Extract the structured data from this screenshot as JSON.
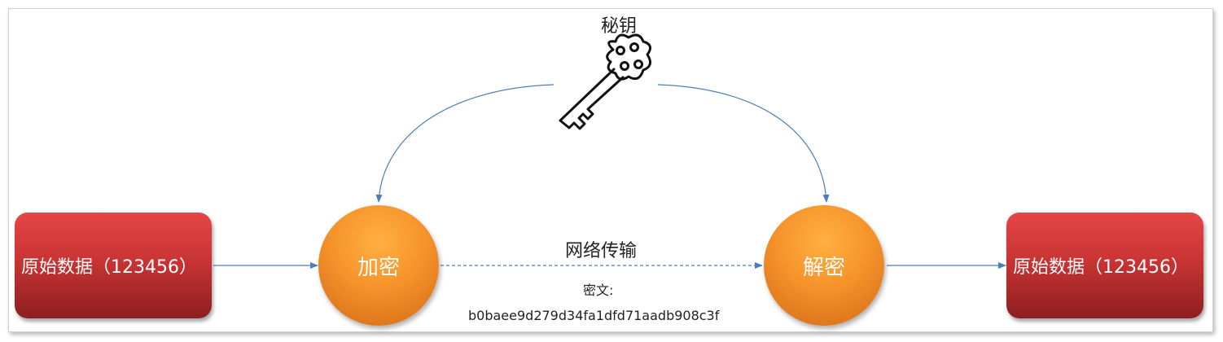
{
  "key": {
    "label": "秘钥"
  },
  "source": {
    "label": "原始数据（123456）"
  },
  "encrypt": {
    "label": "加密"
  },
  "decrypt": {
    "label": "解密"
  },
  "target": {
    "label": "原始数据（123456）"
  },
  "transport": {
    "label": "网络传输",
    "ciphertext_label": "密文:",
    "ciphertext_value": "b0baee9d279d34fa1dfd71aadb908c3f"
  },
  "colors": {
    "arrow": "#4a7ebb",
    "box": "#c93434",
    "circle": "#f6932a"
  }
}
